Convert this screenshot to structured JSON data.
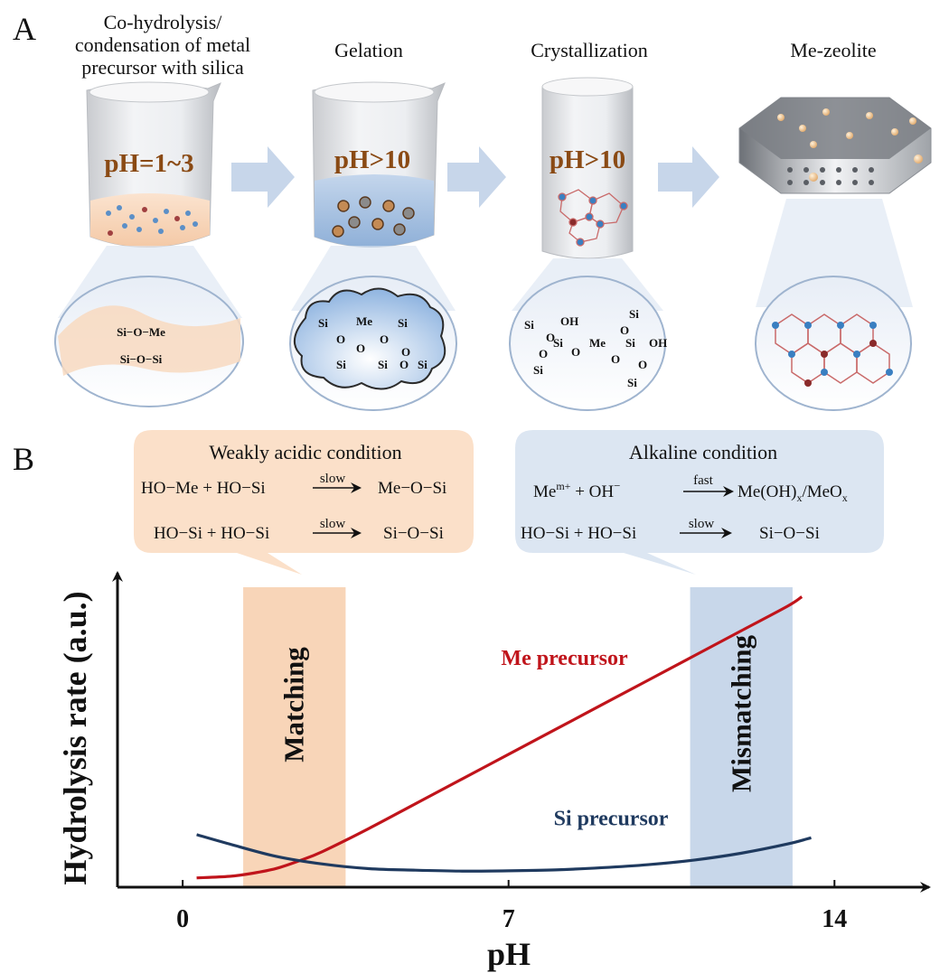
{
  "panel_a": {
    "label": "A",
    "steps": [
      {
        "title_lines": [
          "Co-hydrolysis/",
          "condensation of metal",
          "precursor with silica"
        ],
        "ph": "pH=1~3",
        "bonds": [
          "Si−O−Me",
          "Si−O−Si"
        ]
      },
      {
        "title_lines": [
          "Gelation"
        ],
        "ph": "pH>10",
        "atoms": [
          "Si",
          "O",
          "Me",
          "O",
          "Si",
          "O",
          "O",
          "Si",
          "Si",
          "O",
          "Si"
        ]
      },
      {
        "title_lines": [
          "Crystallization"
        ],
        "ph": "pH>10",
        "atoms": [
          "Si",
          "OH",
          "O",
          "Si",
          "O",
          "Si",
          "O",
          "Me",
          "O",
          "Si",
          "O",
          "Si",
          "OH",
          "O",
          "Si"
        ]
      },
      {
        "title_lines": [
          "Me-zeolite"
        ]
      }
    ],
    "colors": {
      "arrow": "#c7d6ea",
      "acid_liquid": "#f6d2b4",
      "base_liquid": "#a9c4e2",
      "ph_text": "#8a4a14"
    }
  },
  "panel_b": {
    "label": "B",
    "acidic_box": {
      "title": "Weakly acidic condition",
      "rows": [
        {
          "left": "HO−Me + HO−Si",
          "over": "slow",
          "right": "Me−O−Si"
        },
        {
          "left": "HO−Si + HO−Si",
          "over": "slow",
          "right": "Si−O−Si"
        }
      ]
    },
    "alkaline_box": {
      "title": "Alkaline condition",
      "row1_left_base": "Me",
      "row1_left_sup": "m+",
      "row1_mid": "+  OH",
      "row1_mid_sup": "−",
      "row1_over": "fast",
      "row1_right_a": "Me(OH)",
      "row1_right_sub1": "x",
      "row1_right_b": "/MeO",
      "row1_right_sub2": "x",
      "row2": {
        "left": "HO−Si + HO−Si",
        "over": "slow",
        "right": "Si−O−Si"
      }
    },
    "colors": {
      "acid_box": "#fbe0c9",
      "alk_box": "#dce6f2",
      "acid_band": "#f8d5b8",
      "alk_band": "#c8d7ea"
    }
  },
  "chart_data": {
    "type": "line",
    "xlabel": "pH",
    "ylabel": "Hydrolysis rate (a.u.)",
    "x_ticks": [
      "0",
      "7",
      "14"
    ],
    "xlim": [
      -1.4,
      15.8
    ],
    "ylim": [
      0,
      1
    ],
    "bands": [
      {
        "label": "Matching",
        "from": 1.3,
        "to": 3.5,
        "color": "#f8d5b8"
      },
      {
        "label": "Mismatching",
        "from": 10.9,
        "to": 13.1,
        "color": "#c8d7ea"
      }
    ],
    "series": [
      {
        "name": "Me precursor",
        "color": "#c0141b",
        "x": [
          0.3,
          1.0,
          1.5,
          2.0,
          2.5,
          3.0,
          4.0,
          5.0,
          6.0,
          7.0,
          8.0,
          9.0,
          10.0,
          11.0,
          12.0,
          13.0,
          13.3
        ],
        "y": [
          0.03,
          0.035,
          0.045,
          0.06,
          0.085,
          0.115,
          0.19,
          0.27,
          0.35,
          0.43,
          0.51,
          0.59,
          0.67,
          0.75,
          0.83,
          0.91,
          0.94
        ]
      },
      {
        "name": "Si precursor",
        "color": "#1f3a5f",
        "x": [
          0.3,
          1.0,
          2.0,
          3.0,
          4.0,
          5.0,
          6.0,
          7.0,
          8.0,
          9.0,
          10.0,
          11.0,
          12.0,
          13.0,
          13.5
        ],
        "y": [
          0.17,
          0.14,
          0.1,
          0.075,
          0.06,
          0.055,
          0.052,
          0.053,
          0.056,
          0.063,
          0.073,
          0.088,
          0.11,
          0.14,
          0.16
        ]
      }
    ]
  }
}
